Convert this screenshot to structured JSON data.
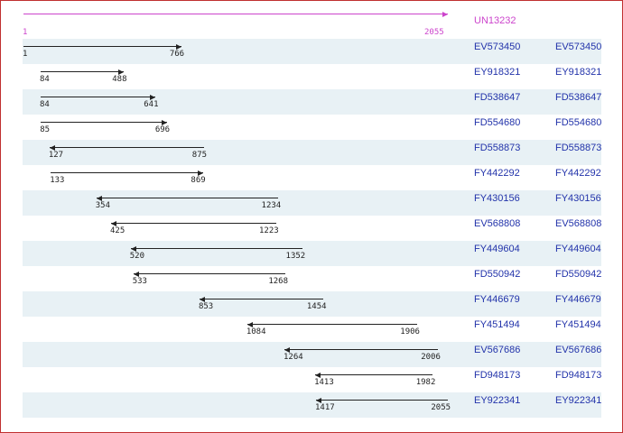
{
  "scale": {
    "min": 1,
    "max": 2055
  },
  "colors": {
    "unigene": "#cc44cc",
    "est_label": "#2233aa",
    "row_alt": "#e8f1f5",
    "border": "#c03030"
  },
  "unigene": {
    "id": "UN13232",
    "start": 1,
    "end": 2055,
    "direction": "forward"
  },
  "ests": [
    {
      "id": "EV573450",
      "start": 1,
      "end": 766,
      "direction": "forward"
    },
    {
      "id": "EY918321",
      "start": 84,
      "end": 488,
      "direction": "forward"
    },
    {
      "id": "FD538647",
      "start": 84,
      "end": 641,
      "direction": "forward"
    },
    {
      "id": "FD554680",
      "start": 85,
      "end": 696,
      "direction": "forward"
    },
    {
      "id": "FD558873",
      "start": 127,
      "end": 875,
      "direction": "reverse"
    },
    {
      "id": "FY442292",
      "start": 133,
      "end": 869,
      "direction": "forward"
    },
    {
      "id": "FY430156",
      "start": 354,
      "end": 1234,
      "direction": "reverse"
    },
    {
      "id": "EV568808",
      "start": 425,
      "end": 1223,
      "direction": "reverse"
    },
    {
      "id": "FY449604",
      "start": 520,
      "end": 1352,
      "direction": "reverse"
    },
    {
      "id": "FD550942",
      "start": 533,
      "end": 1268,
      "direction": "reverse"
    },
    {
      "id": "FY446679",
      "start": 853,
      "end": 1454,
      "direction": "reverse"
    },
    {
      "id": "FY451494",
      "start": 1084,
      "end": 1906,
      "direction": "reverse"
    },
    {
      "id": "EV567686",
      "start": 1264,
      "end": 2006,
      "direction": "reverse"
    },
    {
      "id": "FD948173",
      "start": 1413,
      "end": 1982,
      "direction": "reverse"
    },
    {
      "id": "EY922341",
      "start": 1417,
      "end": 2055,
      "direction": "reverse"
    }
  ]
}
